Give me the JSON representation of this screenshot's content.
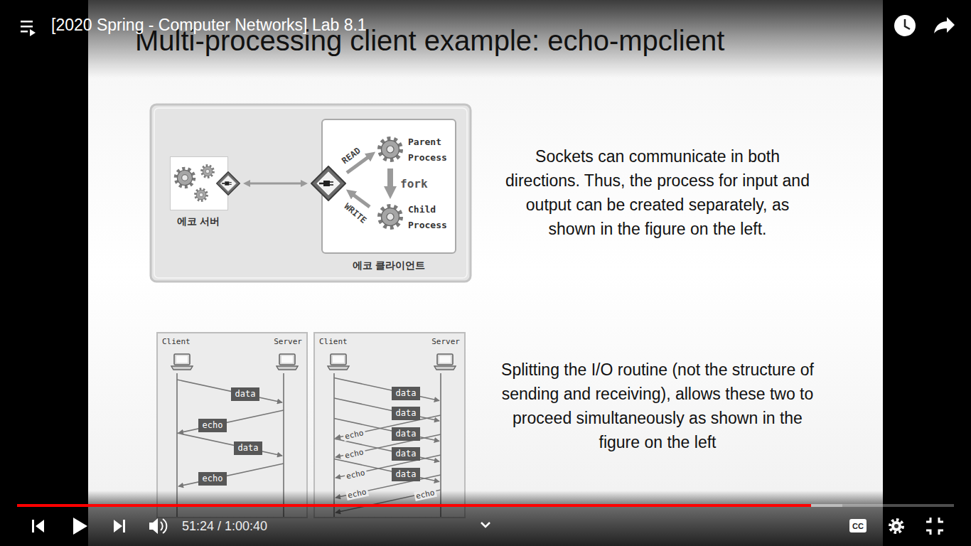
{
  "diagram": {
    "title": "Multi-processing client example: echo-mpclient",
    "nodes": [
      {
        "text": [
          "에코 서버"
        ]
      },
      {
        "text": [
          "에코 클라이언트"
        ]
      },
      {
        "text": [
          "Parent Process"
        ],
        "in": 1
      },
      {
        "text": [
          "Child Process"
        ],
        "in": 1
      },
      {
        "text": [
          "Client",
          "Server"
        ]
      },
      {
        "text": [
          "data"
        ],
        "in": 4
      },
      {
        "text": [
          "echo"
        ],
        "in": 4
      },
      {
        "text": [
          "data"
        ],
        "in": 4
      },
      {
        "text": [
          "echo"
        ],
        "in": 4
      },
      {
        "text": [
          "Client",
          "Server"
        ]
      },
      {
        "text": [
          "data"
        ],
        "in": 9
      },
      {
        "text": [
          "data"
        ],
        "in": 9
      },
      {
        "text": [
          "data"
        ],
        "in": 9
      },
      {
        "text": [
          "data"
        ],
        "in": 9
      },
      {
        "text": [
          "data"
        ],
        "in": 9
      }
    ],
    "edges": [
      {
        "from": 0,
        "to": 1,
        "arrow": "both"
      },
      {
        "from": 2,
        "to": 3,
        "arrow": "to",
        "label": "fork"
      }
    ],
    "labels": [
      "[2020 Spring - Computer Networks] Lab 8.1",
      "READ",
      "WRITE",
      "Sockets can communicate in both directions. Thus, the process for input and output can be created separately, as shown in the figure on the left.",
      "Splitting the I/O routine (not the structure of sending and receiving), allows these two to proceed simultaneously as shown in the figure on the left",
      "echo",
      "echo",
      "echo",
      "echo",
      "echo",
      "51:24 / 1:00:40",
      "CC"
    ]
  }
}
